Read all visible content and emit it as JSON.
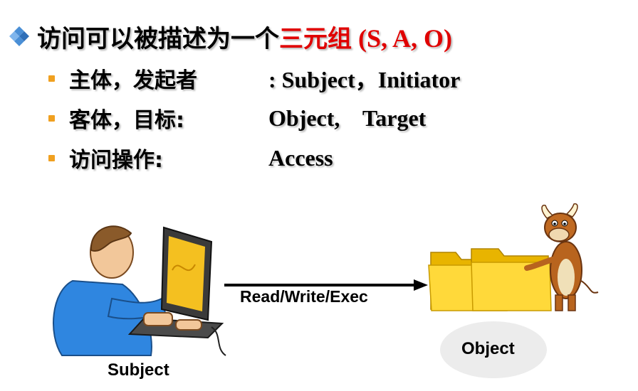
{
  "title": {
    "prefix": "访问可以被描述为一个",
    "highlight_cn": "三元组",
    "highlight_en": " (S, A, O)",
    "highlight_color": "#e00000",
    "bullet_icon": "diamond-icon"
  },
  "bullets": [
    {
      "label": "主体，发起者",
      "value": ": Subject，Initiator"
    },
    {
      "label": "客体，目标:",
      "value": "Object,    Target"
    },
    {
      "label": "访问操作:",
      "value": "Access"
    }
  ],
  "diagram": {
    "arrow_label": "Read/Write/Exec",
    "subject_label": "Subject",
    "object_label": "Object",
    "subject_icon": "person-laptop-icon",
    "object_icon": "folder-bull-icon"
  }
}
